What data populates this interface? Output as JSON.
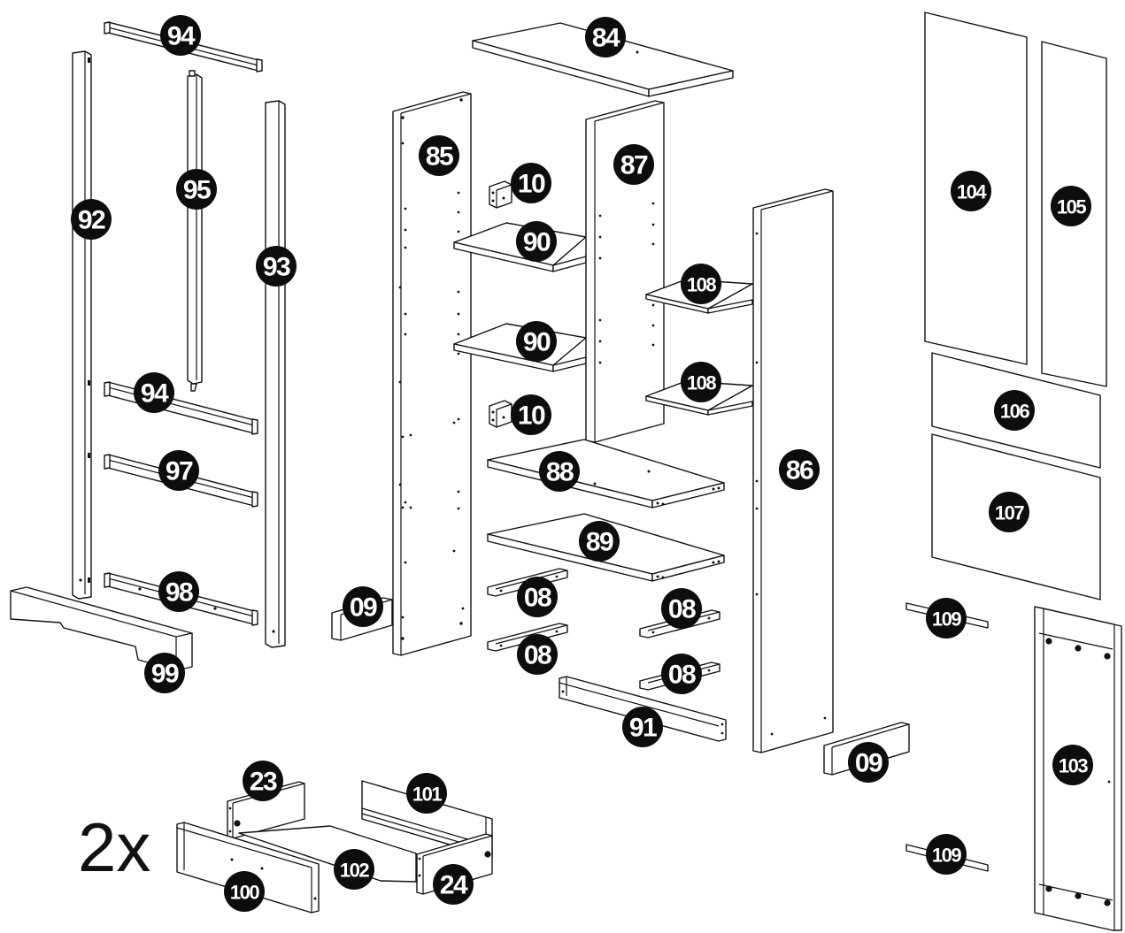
{
  "diagram": {
    "multiplier_label": "2x",
    "part_labels": {
      "p84": "84",
      "p85": "85",
      "p86": "86",
      "p87": "87",
      "p88": "88",
      "p89": "89",
      "p90a": "90",
      "p90b": "90",
      "p91": "91",
      "p92": "92",
      "p93": "93",
      "p94a": "94",
      "p94b": "94",
      "p95": "95",
      "p97": "97",
      "p98": "98",
      "p99": "99",
      "p10a": "10",
      "p10b": "10",
      "p08a": "08",
      "p08b": "08",
      "p08c": "08",
      "p08d": "08",
      "p09a": "09",
      "p09b": "09",
      "p103": "103",
      "p104": "104",
      "p105": "105",
      "p106": "106",
      "p107": "107",
      "p108a": "108",
      "p108b": "108",
      "p109a": "109",
      "p109b": "109",
      "p23": "23",
      "p24": "24",
      "p100": "100",
      "p101": "101",
      "p102": "102"
    },
    "colors": {
      "outline": "#111111",
      "badge_fill": "#0d0d0d",
      "badge_text": "#ffffff",
      "background": "#ffffff"
    }
  }
}
